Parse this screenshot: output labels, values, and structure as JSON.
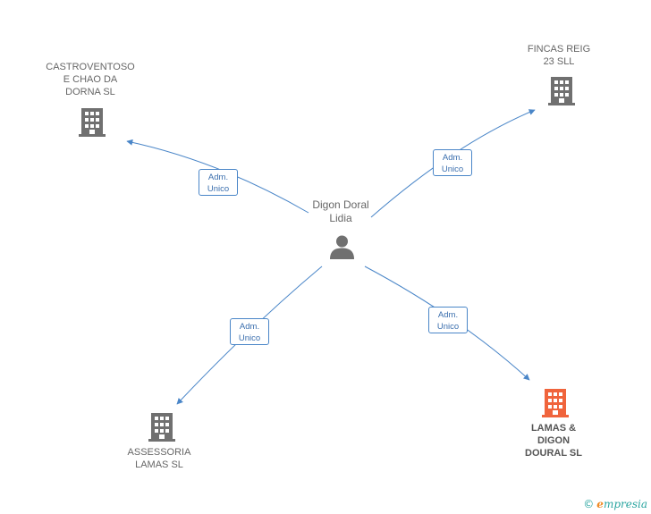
{
  "center": {
    "name_line1": "Digon Doral",
    "name_line2": "Lidia",
    "icon": "person-icon"
  },
  "nodes": [
    {
      "id": "castroventoso",
      "lines": [
        "CASTROVENTOSO",
        "E CHAO DA",
        "DORNA SL"
      ],
      "icon": "building-icon",
      "color": "#707070"
    },
    {
      "id": "fincas",
      "lines": [
        "FINCAS REIG",
        "23 SLL"
      ],
      "icon": "building-icon",
      "color": "#707070"
    },
    {
      "id": "assessoria",
      "lines": [
        "ASSESSORIA",
        "LAMAS SL"
      ],
      "icon": "building-icon",
      "color": "#707070"
    },
    {
      "id": "lamas",
      "lines": [
        "LAMAS &",
        "DIGON",
        "DOURAL SL"
      ],
      "icon": "building-icon",
      "color": "#f0643c"
    }
  ],
  "edge_label": {
    "line1": "Adm.",
    "line2": "Unico"
  },
  "colors": {
    "edge": "#4a86c8",
    "building": "#707070",
    "focus_building": "#f0643c"
  },
  "footer": {
    "copyright": "©",
    "brand_first": "e",
    "brand_rest": "mpresia"
  }
}
